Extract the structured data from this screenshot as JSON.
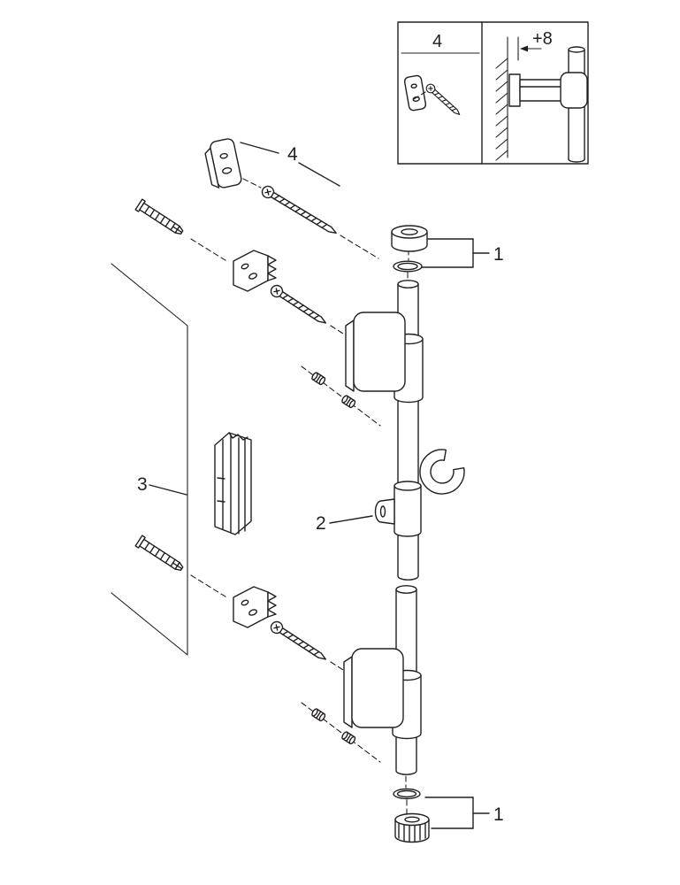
{
  "figure": {
    "type": "exploded-parts-diagram",
    "subject": "shower-slide-rail-assembly",
    "colors": {
      "line": "#231f20",
      "background": "#ffffff"
    },
    "callouts": {
      "cap_top": "1",
      "cap_bottom": "1",
      "glider": "2",
      "rail": "3",
      "wall_plate": "4"
    },
    "inset": {
      "part": "4",
      "offset": "+8"
    }
  }
}
